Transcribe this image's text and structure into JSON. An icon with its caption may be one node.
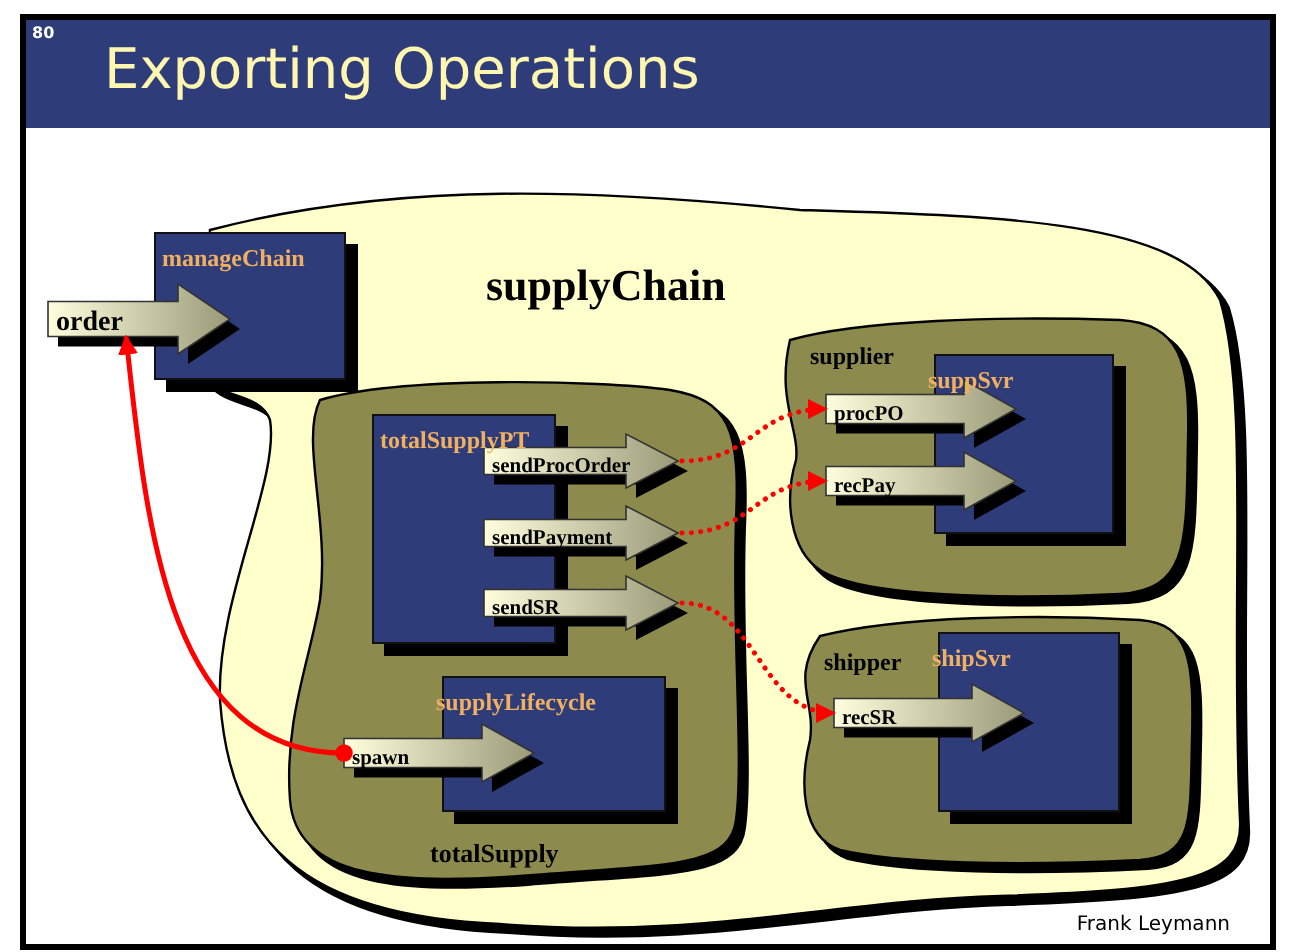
{
  "diagram": {
    "title": "Exporting Operations",
    "nodes": [
      {
        "text": [
          "supplyChain"
        ]
      },
      {
        "text": [
          "manageChain"
        ]
      },
      {
        "text": [
          "order"
        ]
      },
      {
        "text": [
          "totalSupply"
        ],
        "in": 0
      },
      {
        "text": [
          "totalSupplyPT"
        ],
        "in": 3
      },
      {
        "text": [
          "sendProcOrder"
        ],
        "in": 3
      },
      {
        "text": [
          "sendPayment"
        ],
        "in": 3
      },
      {
        "text": [
          "sendSR"
        ],
        "in": 3
      },
      {
        "text": [
          "supplyLifecycle"
        ],
        "in": 3
      },
      {
        "text": [
          "spawn"
        ],
        "in": 3
      },
      {
        "text": [
          "supplier"
        ],
        "in": 0
      },
      {
        "text": [
          "suppSvr"
        ],
        "in": 10
      },
      {
        "text": [
          "procPO"
        ],
        "in": 10
      },
      {
        "text": [
          "recPay"
        ],
        "in": 10
      },
      {
        "text": [
          "shipper"
        ],
        "in": 0
      },
      {
        "text": [
          "shipSvr"
        ],
        "in": 14
      },
      {
        "text": [
          "recSR"
        ],
        "in": 14
      }
    ],
    "edges": [
      {
        "from": 9,
        "to": 2,
        "arrow": "to"
      },
      {
        "from": 5,
        "to": 12,
        "arrow": "to",
        "style": "dashed"
      },
      {
        "from": 6,
        "to": 13,
        "arrow": "to",
        "style": "dashed"
      },
      {
        "from": 7,
        "to": 16,
        "arrow": "to",
        "style": "dashed"
      }
    ],
    "labels": [
      "80",
      "Frank Leymann"
    ]
  }
}
